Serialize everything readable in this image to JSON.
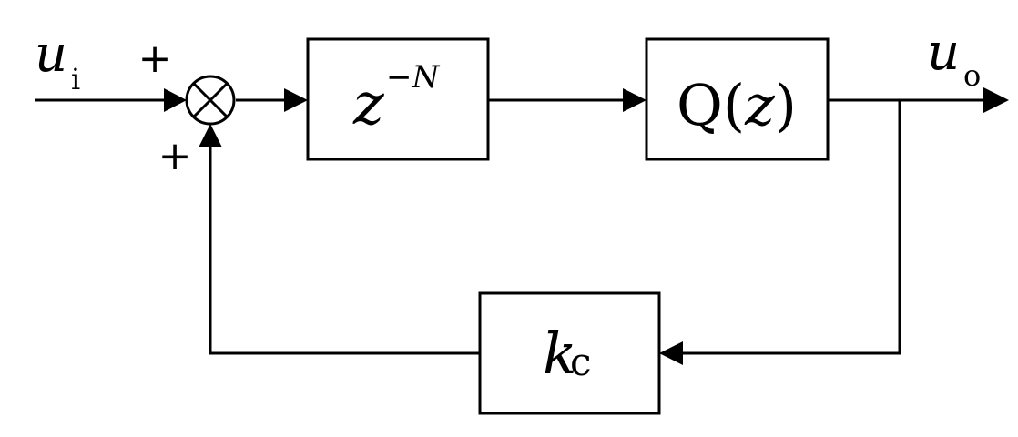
{
  "signals": {
    "input": {
      "symbol": "u",
      "subscript": "i"
    },
    "output": {
      "symbol": "u",
      "subscript": "o"
    }
  },
  "summing_junction": {
    "top_sign": "+",
    "bottom_sign": "+"
  },
  "blocks": {
    "delay": {
      "base": "z",
      "exponent": "−N"
    },
    "filter": {
      "label": "Q(z)",
      "prefix": "Q(",
      "var": "z",
      "suffix": ")"
    },
    "gain": {
      "symbol": "k",
      "subscript": "c"
    }
  },
  "colors": {
    "line": "#000000",
    "background": "#ffffff"
  }
}
